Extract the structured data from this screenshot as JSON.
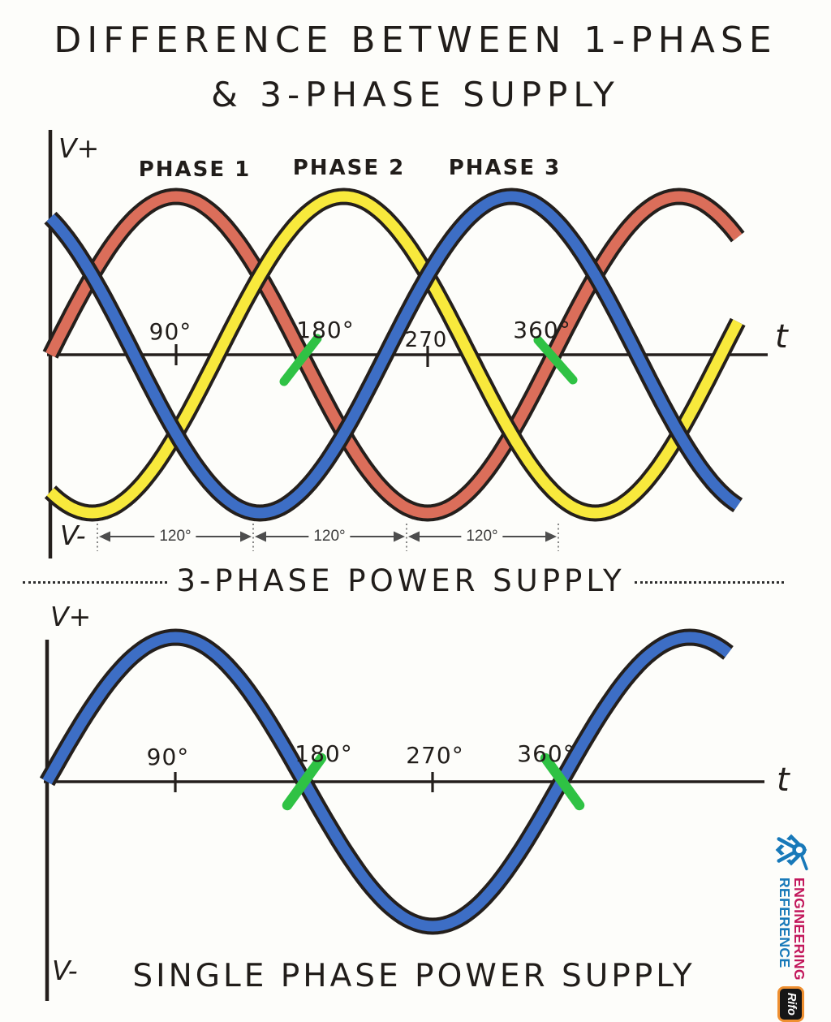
{
  "colors": {
    "ink": "#241f1c",
    "phase1_red": "#db6e5a",
    "phase2_yellow": "#f8e93c",
    "phase3_blue": "#3d6ec5",
    "green_marker": "#2fc244",
    "measure_gray": "#4d4d4d",
    "brand_magenta": "#c2175b",
    "brand_blue": "#1879b9",
    "badge_orange": "#ef9031",
    "badge_black": "#161616"
  },
  "title": {
    "line1": "DIFFERENCE BETWEEN 1-PHASE",
    "line2": "& 3-PHASE SUPPLY"
  },
  "three_phase": {
    "v_plus": "V+",
    "v_minus": "V-",
    "t_label": "t",
    "phase_labels": [
      "PHASE 1",
      "PHASE 2",
      "PHASE 3"
    ],
    "ticks": {
      "t90": "90°",
      "t180": "180°",
      "t270": "270",
      "t360": "360°"
    },
    "spacing_labels": [
      "120°",
      "120°",
      "120°"
    ],
    "caption": "3-PHASE POWER SUPPLY"
  },
  "single_phase": {
    "v_plus": "V+",
    "v_minus": "V-",
    "t_label": "t",
    "ticks": {
      "t90": "90°",
      "t180": "180°",
      "t270": "270°",
      "t360": "360°"
    },
    "caption": "SINGLE PHASE POWER SUPPLY"
  },
  "watermark": {
    "line1": "ENGINEERING",
    "line2": "REFERENCE",
    "badge": "Rifo"
  },
  "chart_data": [
    {
      "type": "line",
      "title": "3-PHASE POWER SUPPLY",
      "xlabel": "t",
      "x_unit": "degrees",
      "x_ticks_deg": [
        90,
        180,
        270,
        360
      ],
      "x_range_deg": [
        0,
        493
      ],
      "y_axis_labels": [
        "V+",
        "V-"
      ],
      "grid": false,
      "phase_separation_deg": 120,
      "zero_crossing_markers_deg": [
        180,
        360
      ],
      "series": [
        {
          "name": "Phase 1",
          "waveform": "sine",
          "amplitude": 1,
          "phase_shift_deg": 0,
          "color": "#db6e5a"
        },
        {
          "name": "Phase 2",
          "waveform": "sine",
          "amplitude": 1,
          "phase_shift_deg": -120,
          "color": "#f8e93c"
        },
        {
          "name": "Phase 3",
          "waveform": "sine",
          "amplitude": 1,
          "phase_shift_deg": 120,
          "color": "#3d6ec5"
        }
      ]
    },
    {
      "type": "line",
      "title": "SINGLE PHASE POWER SUPPLY",
      "xlabel": "t",
      "x_unit": "degrees",
      "x_ticks_deg": [
        90,
        180,
        270,
        360
      ],
      "x_range_deg": [
        0,
        477
      ],
      "y_axis_labels": [
        "V+",
        "V-"
      ],
      "grid": false,
      "zero_crossing_markers_deg": [
        180,
        360
      ],
      "series": [
        {
          "name": "Single phase",
          "waveform": "sine",
          "amplitude": 1,
          "phase_shift_deg": 0,
          "color": "#3d6ec5"
        }
      ]
    }
  ]
}
